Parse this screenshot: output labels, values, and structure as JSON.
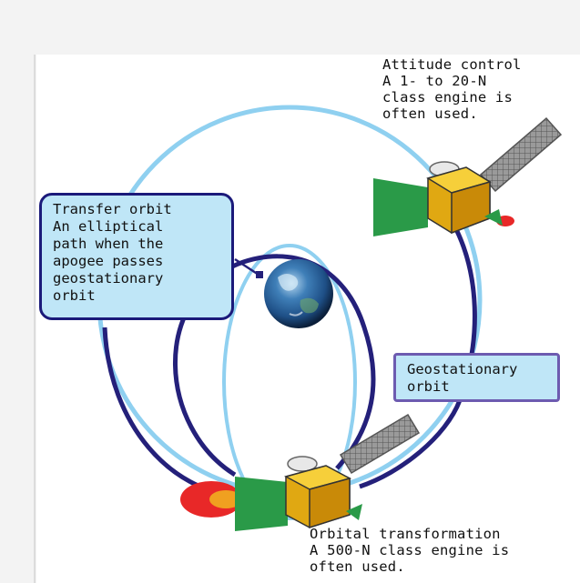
{
  "labels": {
    "attitude_control": "Attitude control\nA 1- to 20-N\nclass engine is\noften used.",
    "transfer_orbit": "Transfer orbit\nAn elliptical\npath when the\napogee passes\ngeostationary\norbit",
    "geostationary_orbit": "Geostationary\norbit",
    "orbital_transformation": "Orbital transformation\nA 500-N class engine is\noften used."
  },
  "colors": {
    "geostationary_orbit_line": "#8fd0f0",
    "transfer_orbit_line": "#24207a",
    "callout_fill": "#bfe6f7",
    "satellite_body": "#f0c020",
    "nozzle": "#2a9a48",
    "flame_outer": "#e82828",
    "flame_inner": "#f0a020",
    "solar_panel": "#888888",
    "earth": "#2c6aa0"
  },
  "icons": [
    "earth-icon",
    "satellite-icon",
    "solar-panel-icon",
    "engine-flame-icon"
  ]
}
